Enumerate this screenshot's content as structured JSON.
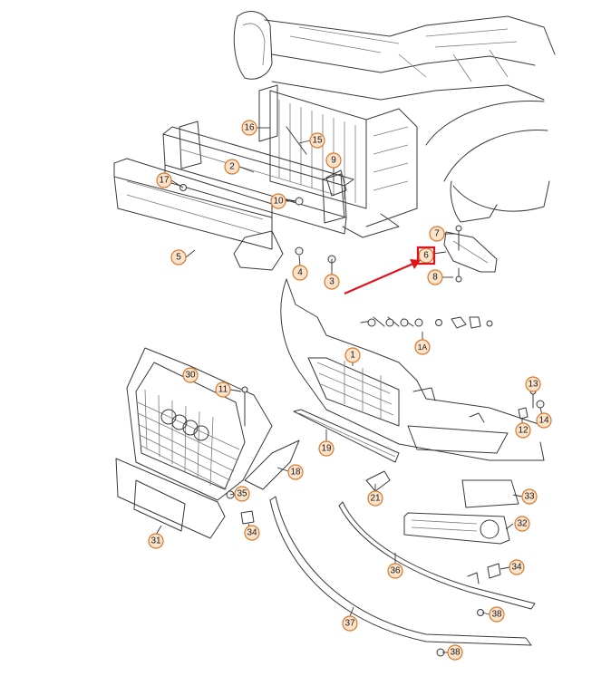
{
  "callouts": [
    {
      "id": "16",
      "label": "16"
    },
    {
      "id": "15",
      "label": "15"
    },
    {
      "id": "2",
      "label": "2"
    },
    {
      "id": "17",
      "label": "17"
    },
    {
      "id": "9",
      "label": "9"
    },
    {
      "id": "10",
      "label": "10"
    },
    {
      "id": "5",
      "label": "5"
    },
    {
      "id": "4",
      "label": "4"
    },
    {
      "id": "3",
      "label": "3"
    },
    {
      "id": "7",
      "label": "7"
    },
    {
      "id": "6",
      "label": "6"
    },
    {
      "id": "8",
      "label": "8"
    },
    {
      "id": "1A",
      "label": "1A"
    },
    {
      "id": "1",
      "label": "1"
    },
    {
      "id": "30",
      "label": "30"
    },
    {
      "id": "11",
      "label": "11"
    },
    {
      "id": "13",
      "label": "13"
    },
    {
      "id": "14",
      "label": "14"
    },
    {
      "id": "12",
      "label": "12"
    },
    {
      "id": "19",
      "label": "19"
    },
    {
      "id": "18",
      "label": "18"
    },
    {
      "id": "21",
      "label": "21"
    },
    {
      "id": "33",
      "label": "33"
    },
    {
      "id": "35",
      "label": "35"
    },
    {
      "id": "32",
      "label": "32"
    },
    {
      "id": "34a",
      "label": "34"
    },
    {
      "id": "31",
      "label": "31"
    },
    {
      "id": "36",
      "label": "36"
    },
    {
      "id": "34b",
      "label": "34"
    },
    {
      "id": "38a",
      "label": "38"
    },
    {
      "id": "37",
      "label": "37"
    },
    {
      "id": "38b",
      "label": "38"
    }
  ],
  "highlight": {
    "callout": "6",
    "color": "#e0141d"
  },
  "colors": {
    "callout_fill": "#fbe3cc",
    "callout_stroke": "#d9782a",
    "line": "#3a3a3a",
    "highlight": "#e0141d"
  }
}
